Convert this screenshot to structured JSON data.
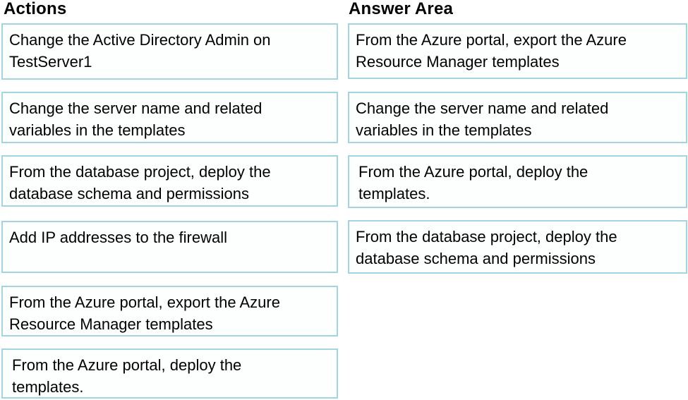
{
  "page": {
    "background": "#ffffff",
    "border_color": "#a3d4e4",
    "text_color": "#000000",
    "box_background": "#fdfefe"
  },
  "actions": {
    "title": "Actions",
    "items": [
      {
        "label": "Change the Active Directory Admin on\nTestServer1"
      },
      {
        "label": "Change the server name and related\nvariables in the templates"
      },
      {
        "label": "From the database project, deploy the\ndatabase schema and permissions"
      },
      {
        "label": "Add IP addresses to the firewall"
      },
      {
        "label": "From the Azure portal, export the Azure\nResource Manager templates"
      },
      {
        "label": "From the Azure portal, deploy the\ntemplates."
      }
    ]
  },
  "answer_area": {
    "title": "Answer Area",
    "items": [
      {
        "label": "From the Azure portal, export the Azure\nResource Manager templates"
      },
      {
        "label": "Change the server name and related\nvariables in the templates"
      },
      {
        "label": "From the Azure portal, deploy the\ntemplates."
      },
      {
        "label": "From the database project, deploy the\ndatabase schema and permissions"
      }
    ]
  }
}
